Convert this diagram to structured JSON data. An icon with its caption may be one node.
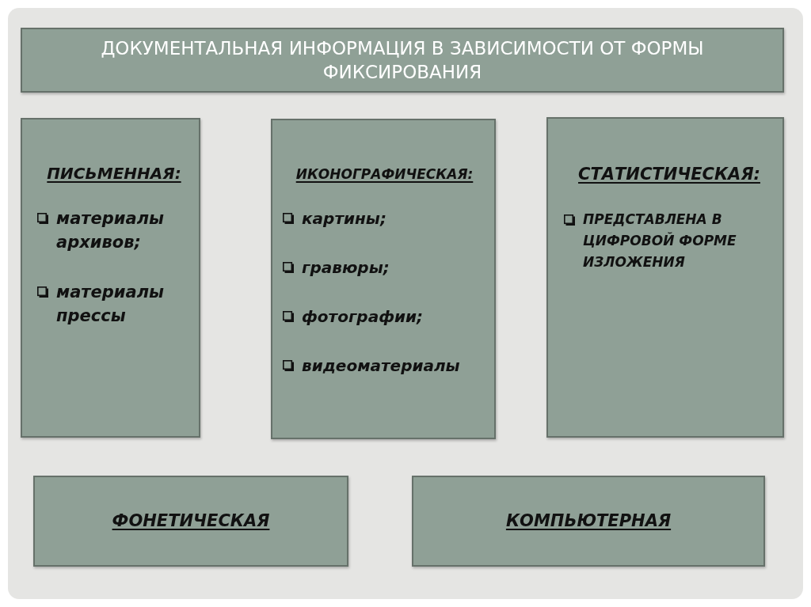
{
  "diagram": {
    "nodes": [
      {
        "text": [
          "ДОКУМЕНТАЛЬНАЯ ИНФОРМАЦИЯ В ЗАВИСИМОСТИ ОТ ФОРМЫ ФИКСИРОВАНИЯ"
        ]
      },
      {
        "text": [
          "ПИСЬМЕННАЯ:",
          "материалы архивов;",
          "материалы прессы"
        ]
      },
      {
        "text": [
          "ИКОНОГРАФИЧЕСКАЯ:",
          "картины;",
          "гравюры;",
          "фотографии;",
          "видеоматериалы"
        ]
      },
      {
        "text": [
          "СТАТИСТИЧЕСКАЯ:",
          "ПРЕДСТАВЛЕНА В ЦИФРОВОЙ ФОРМЕ ИЗЛОЖЕНИЯ"
        ]
      },
      {
        "text": [
          "ФОНЕТИЧЕСКАЯ"
        ]
      },
      {
        "text": [
          "КОМПЬЮТЕРНАЯ"
        ]
      }
    ]
  }
}
